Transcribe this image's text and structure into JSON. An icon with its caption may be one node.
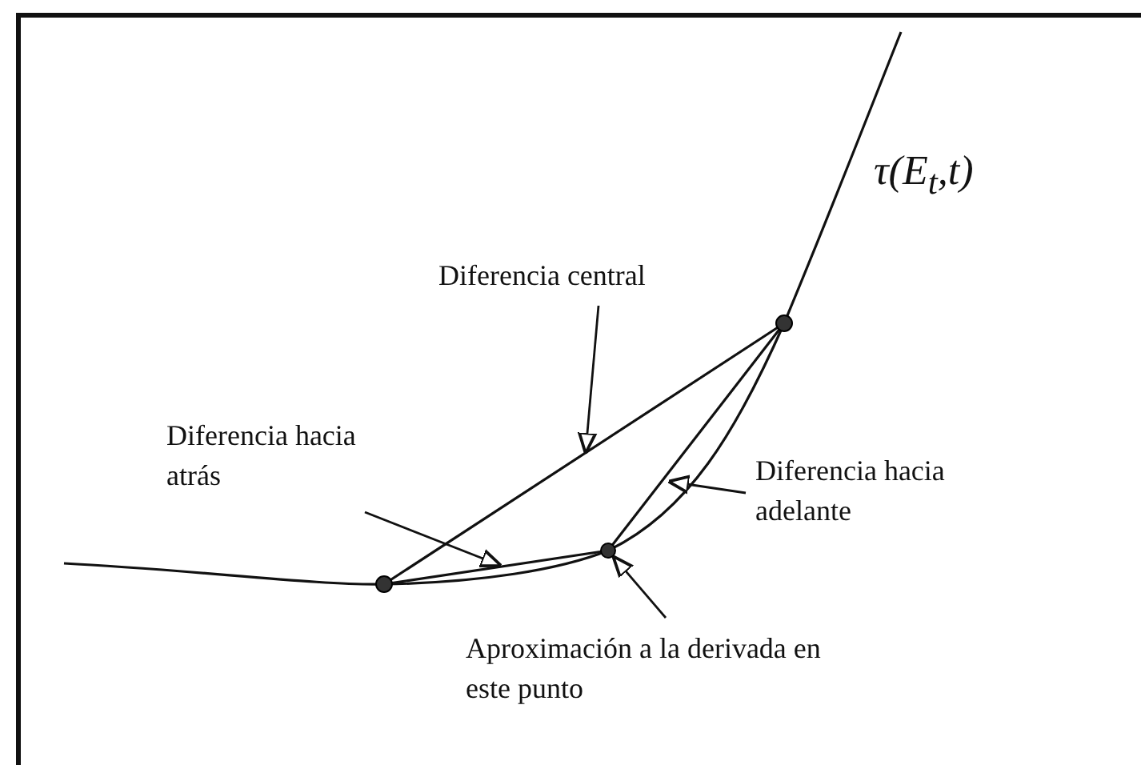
{
  "diagram": {
    "nodes": [
      {
        "text": [
          "Diferencia central"
        ]
      },
      {
        "text": [
          "Diferencia hacia atrás"
        ]
      },
      {
        "text": [
          "Diferencia hacia adelante"
        ]
      },
      {
        "text": [
          "Aproximación a la derivada en este punto"
        ]
      },
      {
        "text": [],
        "shape": "circle"
      }
    ],
    "edges": [
      {
        "from": 0,
        "to": null,
        "arrow": "to"
      },
      {
        "from": 1,
        "to": null,
        "arrow": "to"
      },
      {
        "from": 2,
        "to": null,
        "arrow": "to"
      },
      {
        "from": 3,
        "to": 4,
        "arrow": "to"
      }
    ],
    "labels": [
      "τ(E$_{t}$,t)"
    ]
  }
}
